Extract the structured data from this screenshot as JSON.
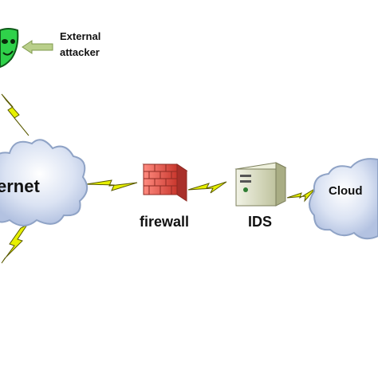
{
  "attacker": {
    "label_line1": "External",
    "label_line2": "attacker",
    "icon": "green-mask-icon"
  },
  "internet": {
    "label": "ernet",
    "icon": "cloud-icon"
  },
  "firewall": {
    "label": "firewall",
    "icon": "brick-wall-icon"
  },
  "ids": {
    "label": "IDS",
    "icon": "server-icon"
  },
  "cloud": {
    "label": "Cloud",
    "icon": "cloud-icon"
  },
  "links": {
    "icon": "lightning-bolt-icon"
  },
  "colors": {
    "cloud_fill": "#c9d5ee",
    "cloud_stroke": "#8fa3c6",
    "bolt_fill": "#e6f000",
    "bolt_stroke": "#5a5a00",
    "mask": "#2fd24a",
    "arrow": "#b9cf8a",
    "brick": "#d8453b",
    "server": "#d9dcc0"
  }
}
